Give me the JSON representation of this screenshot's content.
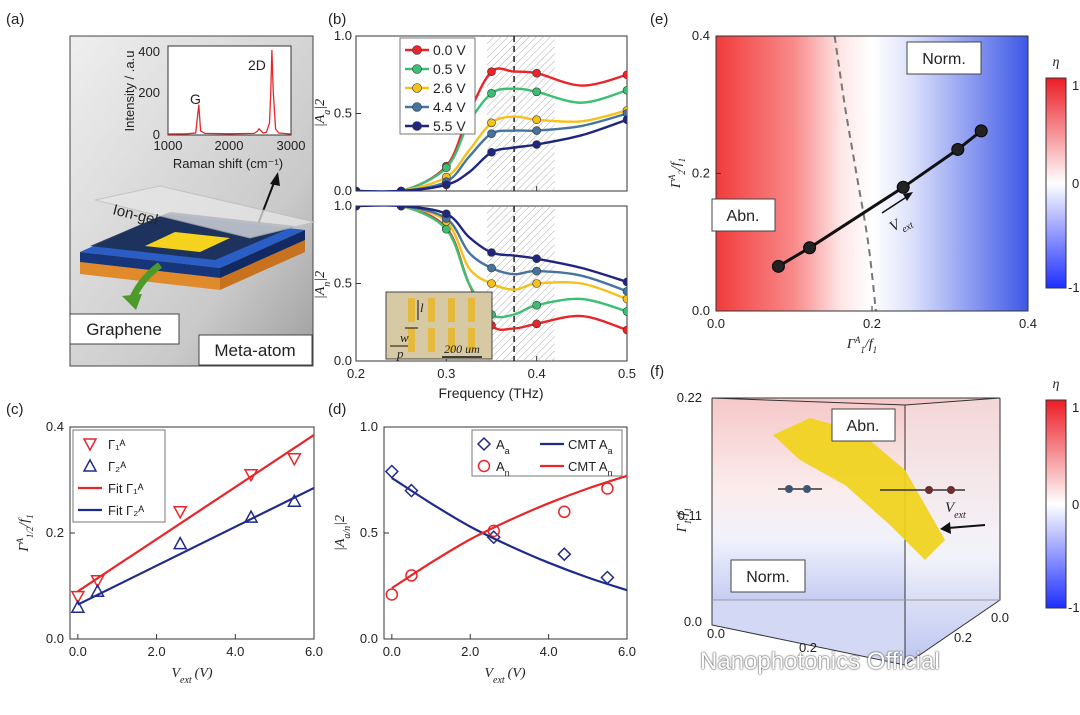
{
  "panels": {
    "a": "(a)",
    "b": "(b)",
    "c": "(c)",
    "d": "(d)",
    "e": "(e)",
    "f": "(f)"
  },
  "watermark": "Nanophotonics Official",
  "colors": {
    "v0": "#e8262a",
    "v05": "#3dbf73",
    "v26": "#f5c01c",
    "v44": "#46749e",
    "v55": "#20257f",
    "fit_red": "#e8262a",
    "fit_blue": "#1f2a8a",
    "graphene_yellow": "#f5d21e"
  },
  "chart_data": [
    {
      "id": "a",
      "type": "line",
      "title": "",
      "xlabel": "Raman shift (cm⁻¹)",
      "ylabel": "Intensity / .a.u",
      "xlim": [
        1000,
        3000
      ],
      "ylim": [
        0,
        430
      ],
      "xticks": [
        "1000",
        "2000",
        "3000"
      ],
      "yticks": [
        "0",
        "200",
        "400"
      ],
      "annotations": [
        "G",
        "2D"
      ],
      "labels": {
        "iongel": "Ion-gel",
        "graphene": "Graphene",
        "metaatom": "Meta-atom"
      },
      "series": [
        {
          "x": [
            1000,
            1300,
            1450,
            1500,
            1530,
            1600,
            2000,
            2400,
            2450,
            2480,
            2550,
            2600,
            2650,
            2670,
            2690,
            2710,
            2750,
            2800,
            3000
          ],
          "values": [
            5,
            6,
            10,
            150,
            20,
            8,
            6,
            8,
            18,
            30,
            10,
            14,
            60,
            200,
            420,
            220,
            30,
            10,
            5
          ]
        }
      ]
    },
    {
      "id": "b-top",
      "type": "line",
      "xlabel": "",
      "ylabel": "|A",
      "ylabel_sub": "a",
      "ylabel_sup": "|2",
      "xlim": [
        0.2,
        0.5
      ],
      "ylim": [
        0,
        1.0
      ],
      "xticks": [
        "0.2",
        "0.3",
        "0.4",
        "0.5"
      ],
      "yticks": [
        "0.0",
        "0.5",
        "1.0"
      ],
      "shaded_band": [
        0.345,
        0.42
      ],
      "dashed_x": 0.375,
      "x": [
        0.2,
        0.25,
        0.3,
        0.325,
        0.35,
        0.375,
        0.4,
        0.45,
        0.5
      ],
      "series": [
        {
          "name": "0.0 V",
          "color": "#e8262a",
          "values": [
            0.0,
            0.0,
            0.16,
            0.5,
            0.77,
            0.77,
            0.76,
            0.68,
            0.75
          ],
          "markers": [
            0.0,
            0.25,
            0.3,
            0.35,
            0.4,
            0.5
          ]
        },
        {
          "name": "0.5 V",
          "color": "#3dbf73",
          "values": [
            0.0,
            0.0,
            0.15,
            0.44,
            0.63,
            0.66,
            0.64,
            0.57,
            0.65
          ],
          "markers": [
            0.0,
            0.25,
            0.3,
            0.35,
            0.4,
            0.5
          ]
        },
        {
          "name": "2.6 V",
          "color": "#f5c01c",
          "values": [
            0.0,
            0.0,
            0.09,
            0.26,
            0.44,
            0.48,
            0.46,
            0.45,
            0.52
          ],
          "markers": [
            0.0,
            0.25,
            0.3,
            0.35,
            0.4,
            0.5
          ]
        },
        {
          "name": "4.4 V",
          "color": "#46749e",
          "values": [
            0.0,
            0.0,
            0.06,
            0.22,
            0.37,
            0.39,
            0.39,
            0.42,
            0.5
          ],
          "markers": [
            0.0,
            0.25,
            0.3,
            0.35,
            0.4,
            0.5
          ]
        },
        {
          "name": "5.5 V",
          "color": "#20257f",
          "values": [
            0.0,
            0.0,
            0.04,
            0.12,
            0.25,
            0.28,
            0.3,
            0.36,
            0.46
          ],
          "markers": [
            0.0,
            0.25,
            0.3,
            0.35,
            0.4,
            0.5
          ]
        }
      ],
      "legend": "top-right"
    },
    {
      "id": "b-bottom",
      "type": "line",
      "xlabel": "Frequency (THz)",
      "ylabel": "|A",
      "ylabel_sub": "n",
      "ylabel_sup": "|2",
      "xlim": [
        0.2,
        0.5
      ],
      "ylim": [
        0,
        1.0
      ],
      "xticks": [
        "0.2",
        "0.3",
        "0.4",
        "0.5"
      ],
      "yticks": [
        "0.0",
        "0.5",
        "1.0"
      ],
      "shaded_band": [
        0.345,
        0.42
      ],
      "dashed_x": 0.375,
      "x": [
        0.2,
        0.25,
        0.3,
        0.325,
        0.35,
        0.375,
        0.4,
        0.45,
        0.5
      ],
      "series": [
        {
          "name": "0.0 V",
          "color": "#e8262a",
          "values": [
            1.0,
            1.0,
            0.86,
            0.5,
            0.23,
            0.21,
            0.24,
            0.29,
            0.2
          ]
        },
        {
          "name": "0.5 V",
          "color": "#3dbf73",
          "values": [
            1.0,
            1.0,
            0.85,
            0.5,
            0.3,
            0.3,
            0.36,
            0.4,
            0.32
          ]
        },
        {
          "name": "2.6 V",
          "color": "#f5c01c",
          "values": [
            1.0,
            1.0,
            0.9,
            0.6,
            0.5,
            0.46,
            0.5,
            0.5,
            0.4
          ]
        },
        {
          "name": "4.4 V",
          "color": "#46749e",
          "values": [
            1.0,
            1.0,
            0.92,
            0.7,
            0.6,
            0.56,
            0.58,
            0.55,
            0.45
          ]
        },
        {
          "name": "5.5 V",
          "color": "#20257f",
          "values": [
            1.0,
            1.0,
            0.95,
            0.8,
            0.7,
            0.68,
            0.66,
            0.6,
            0.51
          ]
        }
      ],
      "inset_labels": {
        "l": "l",
        "w": "w",
        "p": "p",
        "scale": "200 um"
      }
    },
    {
      "id": "c",
      "type": "scatter",
      "xlabel": "V",
      "xlabel_sub": "ext",
      "xlabel_unit": "(V)",
      "ylabel": "Γ",
      "ylabel_sup": "A",
      "ylabel_sub": "1/2",
      "ylabel_tail": "/f",
      "ylabel_tail_sub": "1",
      "xlim": [
        -0.2,
        6.0
      ],
      "ylim": [
        0.0,
        0.4
      ],
      "xticks": [
        "0.0",
        "2.0",
        "4.0",
        "6.0"
      ],
      "yticks": [
        "0.0",
        "0.2",
        "0.4"
      ],
      "series": [
        {
          "name": "Γ₁ᴬ",
          "marker": "triangle-down",
          "color": "#e8262a",
          "x": [
            0.0,
            0.5,
            2.6,
            4.4,
            5.5
          ],
          "values": [
            0.08,
            0.11,
            0.24,
            0.31,
            0.34
          ]
        },
        {
          "name": "Γ₂ᴬ",
          "marker": "triangle-up",
          "color": "#1f2a8a",
          "x": [
            0.0,
            0.5,
            2.6,
            4.4,
            5.5
          ],
          "values": [
            0.06,
            0.09,
            0.18,
            0.23,
            0.26
          ]
        },
        {
          "name": "Fit Γ₁ᴬ",
          "type": "line",
          "color": "#e8262a",
          "x": [
            0.0,
            6.0
          ],
          "values": [
            0.09,
            0.385
          ]
        },
        {
          "name": "Fit Γ₂ᴬ",
          "type": "line",
          "color": "#1f2a8a",
          "x": [
            0.0,
            6.0
          ],
          "values": [
            0.065,
            0.285
          ]
        }
      ],
      "legend": "top-left"
    },
    {
      "id": "d",
      "type": "scatter",
      "xlabel": "V",
      "xlabel_sub": "ext",
      "xlabel_unit": "(V)",
      "ylabel": "|A",
      "ylabel_sub": "a/n",
      "ylabel_sup": "|2",
      "xlim": [
        -0.2,
        6.0
      ],
      "ylim": [
        0.0,
        1.0
      ],
      "xticks": [
        "0.0",
        "2.0",
        "4.0",
        "6.0"
      ],
      "yticks": [
        "0.0",
        "0.5",
        "1.0"
      ],
      "series": [
        {
          "name": "A",
          "name_sub": "a",
          "marker": "diamond",
          "color": "#1f2a8a",
          "x": [
            0.0,
            0.5,
            2.6,
            4.4,
            5.5
          ],
          "values": [
            0.79,
            0.7,
            0.48,
            0.4,
            0.29
          ]
        },
        {
          "name": "A",
          "name_sub": "n",
          "marker": "circle",
          "color": "#e8262a",
          "x": [
            0.0,
            0.5,
            2.6,
            4.4,
            5.5
          ],
          "values": [
            0.21,
            0.3,
            0.51,
            0.6,
            0.71
          ]
        },
        {
          "name": "CMT A",
          "name_sub": "a",
          "type": "line",
          "color": "#1f2a8a",
          "x": [
            0.0,
            1.0,
            2.0,
            3.0,
            4.0,
            5.0,
            6.0
          ],
          "values": [
            0.76,
            0.64,
            0.53,
            0.44,
            0.36,
            0.29,
            0.23
          ]
        },
        {
          "name": "CMT A",
          "name_sub": "n",
          "type": "line",
          "color": "#e8262a",
          "x": [
            0.0,
            1.0,
            2.0,
            3.0,
            4.0,
            5.0,
            6.0
          ],
          "values": [
            0.24,
            0.36,
            0.47,
            0.56,
            0.64,
            0.71,
            0.77
          ]
        }
      ],
      "legend": "top-right"
    },
    {
      "id": "e",
      "type": "heatmap",
      "xlabel": "Γ",
      "xlabel_sup": "A",
      "xlabel_sub": "1",
      "xlabel_tail": "/f",
      "xlabel_tail_sub": "1",
      "ylabel": "Γ",
      "ylabel_sup": "A",
      "ylabel_sub": "2",
      "ylabel_tail": "/f",
      "ylabel_tail_sub": "1",
      "xlim": [
        0.0,
        0.4
      ],
      "ylim": [
        0.0,
        0.4
      ],
      "xticks": [
        "0.0",
        "0.2",
        "0.4"
      ],
      "yticks": [
        "0.0",
        "0.2",
        "0.4"
      ],
      "colorbar": {
        "label": "η",
        "ticks": [
          "1",
          "0",
          "-1"
        ]
      },
      "regions": [
        "Abn.",
        "Norm."
      ],
      "boundary": {
        "x": [
          0.152,
          0.165,
          0.18,
          0.195,
          0.205
        ],
        "values": [
          0.4,
          0.3,
          0.2,
          0.1,
          0.0
        ]
      },
      "series": [
        {
          "name": "trajectory",
          "x": [
            0.08,
            0.12,
            0.24,
            0.31,
            0.34
          ],
          "values": [
            0.065,
            0.092,
            0.18,
            0.235,
            0.262
          ]
        }
      ],
      "arrow_label": "V",
      "arrow_label_sub": "ext"
    },
    {
      "id": "f",
      "type": "other",
      "chart_kind": "3d",
      "ylabel": "Γ",
      "ylabel_sub": "1",
      "ylabel_tail": "/f",
      "ylabel_tail_sub": "1",
      "zticks": [
        "0.0",
        "0.11",
        "0.22"
      ],
      "xticks": [
        "0.0",
        "0.2"
      ],
      "yticks": [
        "0.0",
        "0.2"
      ],
      "colorbar": {
        "label": "η",
        "ticks": [
          "1",
          "0",
          "-1"
        ]
      },
      "regions": [
        "Abn.",
        "Norm."
      ],
      "arrow_label": "V",
      "arrow_label_sub": "ext"
    }
  ]
}
